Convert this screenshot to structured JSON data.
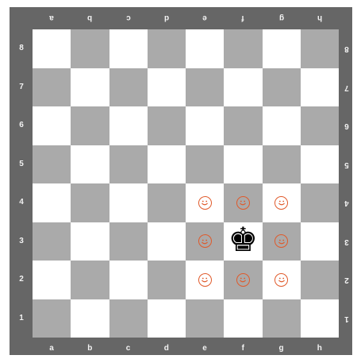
{
  "board": {
    "files": [
      "a",
      "b",
      "c",
      "d",
      "e",
      "f",
      "g",
      "h"
    ],
    "ranks": [
      "8",
      "7",
      "6",
      "5",
      "4",
      "3",
      "2",
      "1"
    ],
    "colors": {
      "frame": "#666666",
      "light_square": "#ffffff",
      "dark_square": "#aaaaaa",
      "marker": "#e05a2b"
    },
    "pieces": [
      {
        "square": "f3",
        "piece": "black-king",
        "glyph": "♚"
      }
    ],
    "move_markers": [
      "e4",
      "f4",
      "g4",
      "e3",
      "g3",
      "e2",
      "f2",
      "g2"
    ]
  }
}
